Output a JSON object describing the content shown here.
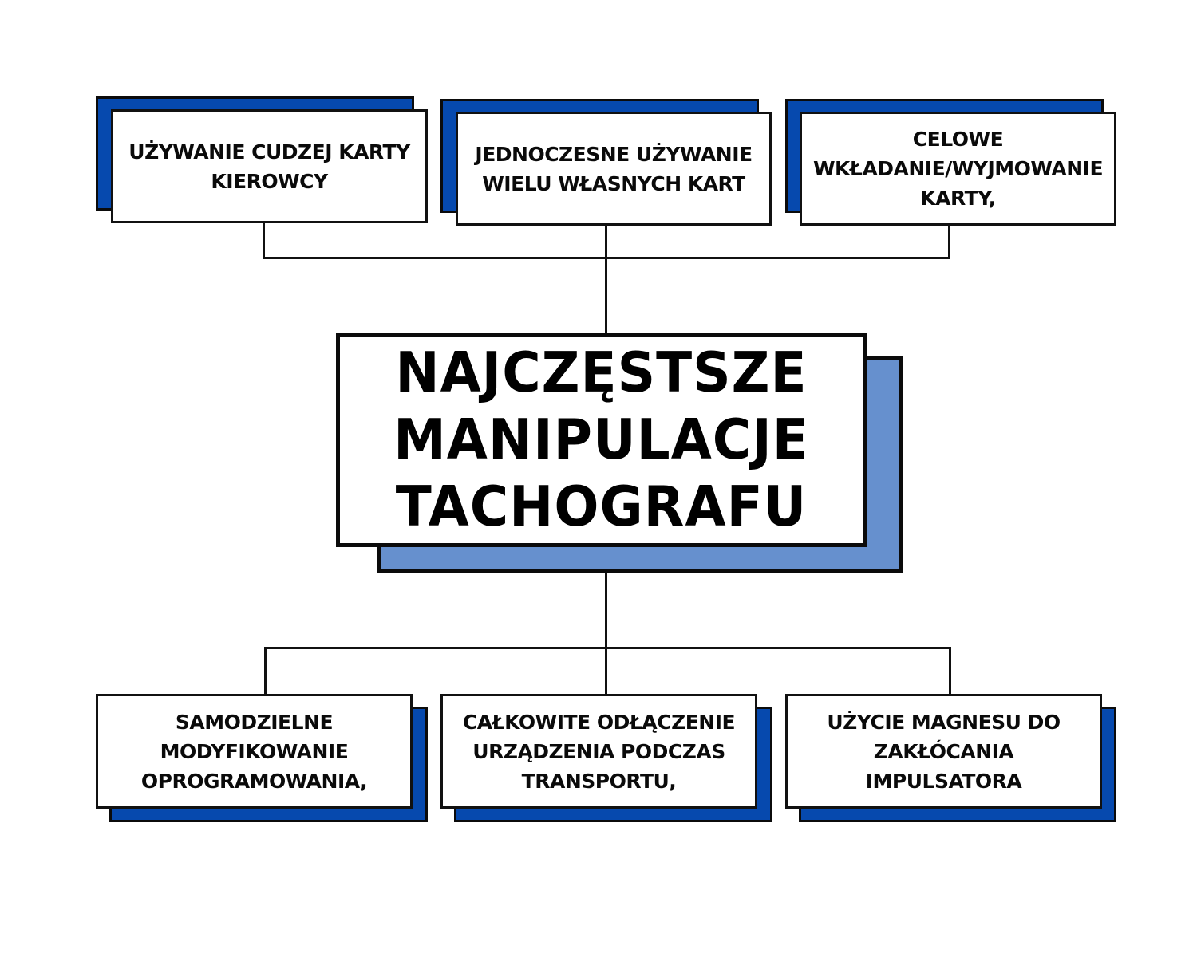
{
  "diagram": {
    "title": "NAJCZĘSTSZE\nMANIPULACJE\nTACHOGRAFU",
    "colors": {
      "card_shadow": "#0649AE",
      "center_shadow": "#6690CE",
      "border": "#0B0B0B",
      "background": "#FFFFFF"
    },
    "top_items": [
      {
        "label": "UŻYWANIE CUDZEJ KARTY\nKIEROWCY"
      },
      {
        "label": "JEDNOCZESNE UŻYWANIE\nWIELU WŁASNYCH KART"
      },
      {
        "label": "CELOWE\nWKŁADANIE/WYJMOWANIE\nKARTY,"
      }
    ],
    "bottom_items": [
      {
        "label": "SAMODZIELNE\nMODYFIKOWANIE\nOPROGRAMOWANIA,"
      },
      {
        "label": "CAŁKOWITE ODŁĄCZENIE\nURZĄDZENIA PODCZAS\nTRANSPORTU,"
      },
      {
        "label": "UŻYCIE MAGNESU DO\nZAKŁÓCANIA\nIMPULSATORA"
      }
    ]
  }
}
